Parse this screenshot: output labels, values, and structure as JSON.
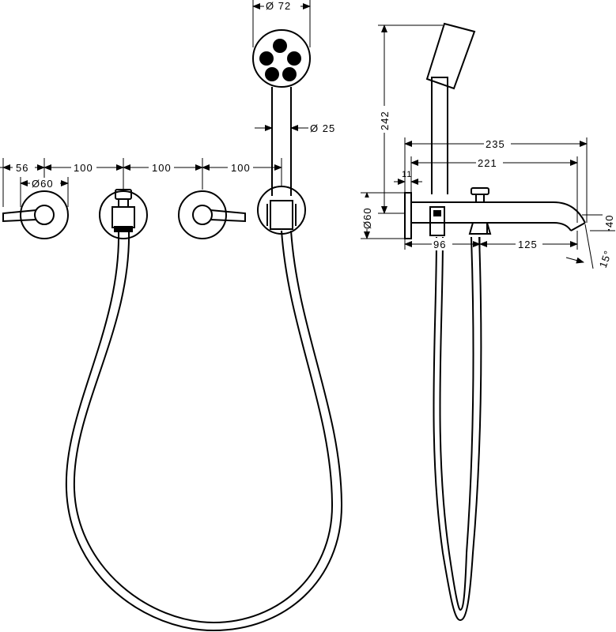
{
  "drawing": {
    "dimensions": {
      "front_left_offset": "56",
      "spacing_1": "100",
      "spacing_2": "100",
      "spacing_3": "100",
      "rosette_diameter": "Ø60",
      "handshower_diameter": "Ø 72",
      "handle_diameter": "Ø 25",
      "side_height": "242",
      "spout_length_overall": "235",
      "spout_length": "221",
      "wall_gap": "11",
      "side_rosette_diameter": "Ø60",
      "side_outlet_height": "40",
      "side_spacing_a": "96",
      "side_spacing_b": "125",
      "spout_angle": "15°"
    },
    "colors": {
      "line": "#000000",
      "background": "#ffffff"
    }
  }
}
